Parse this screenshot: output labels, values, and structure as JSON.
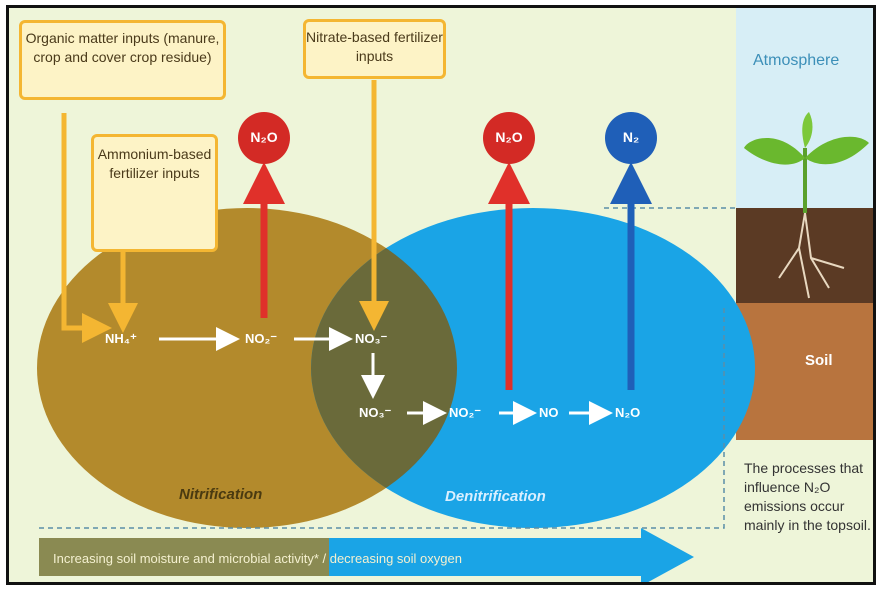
{
  "inputs": {
    "organic": "Organic matter inputs (manure, crop and cover crop residue)",
    "ammonium": "Ammonium-based fertilizer inputs",
    "nitrate": "Nitrate-based fertilizer inputs"
  },
  "gases": {
    "n2o_1": "N₂O",
    "n2o_2": "N₂O",
    "n2": "N₂"
  },
  "compounds": {
    "nh4": "NH₄⁺",
    "no2_a": "NO₂⁻",
    "no3": "NO₃⁻",
    "no3_b": "NO₃⁻",
    "no2_b": "NO₂⁻",
    "no": "NO",
    "n2o": "N₂O"
  },
  "processes": {
    "nitrification": "Nitrification",
    "denitrification": "Denitrification"
  },
  "panel": {
    "atmosphere": "Atmosphere",
    "soil": "Soil",
    "note": "The processes that influence N₂O emissions occur mainly in the topsoil."
  },
  "banner": {
    "text": "Increasing soil moisture and microbial activity* / decreasing soil oxygen"
  },
  "colors": {
    "nitrification": "#b38a2c",
    "denitrification": "#1aa4e6",
    "n2o": "#d32a25",
    "n2": "#1f5fb8",
    "input_arrow": "#f4b632"
  }
}
